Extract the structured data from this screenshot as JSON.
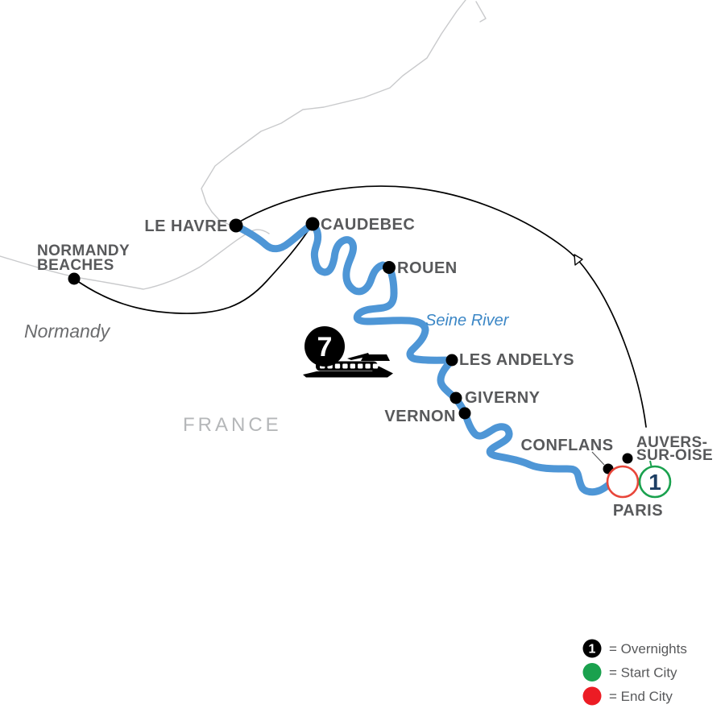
{
  "map": {
    "country_label": "FRANCE",
    "region_label": "Normandy",
    "river_label": "Seine River",
    "cities": {
      "normandy_beaches": {
        "line1": "NORMANDY",
        "line2": "BEACHES"
      },
      "le_havre": "LE HAVRE",
      "caudebec": "CAUDEBEC",
      "rouen": "ROUEN",
      "les_andelys": "LES ANDELYS",
      "giverny": "GIVERNY",
      "vernon": "VERNON",
      "conflans": "CONFLANS",
      "auvers_sur_oise": {
        "line1": "AUVERS-",
        "line2": "SUR-OISE"
      },
      "paris": "PARIS"
    },
    "ship_overnights": "7",
    "auvers_overnights": "1"
  },
  "legend": {
    "overnights_symbol": "1",
    "overnights": "= Overnights",
    "start_city": "= Start City",
    "end_city": "= End City"
  },
  "colors": {
    "river": "#4e96d6",
    "river_label": "#3c87c6",
    "city_label": "#58595b",
    "country_label": "#b5b7b9",
    "region_label": "#6b6c6e",
    "coastline": "#c9cacc",
    "route_black": "#000000",
    "start_green": "#1aa14e",
    "end_red": "#e8463a",
    "legend_red": "#ec1c24",
    "overnight_navy": "#1d3e63"
  }
}
